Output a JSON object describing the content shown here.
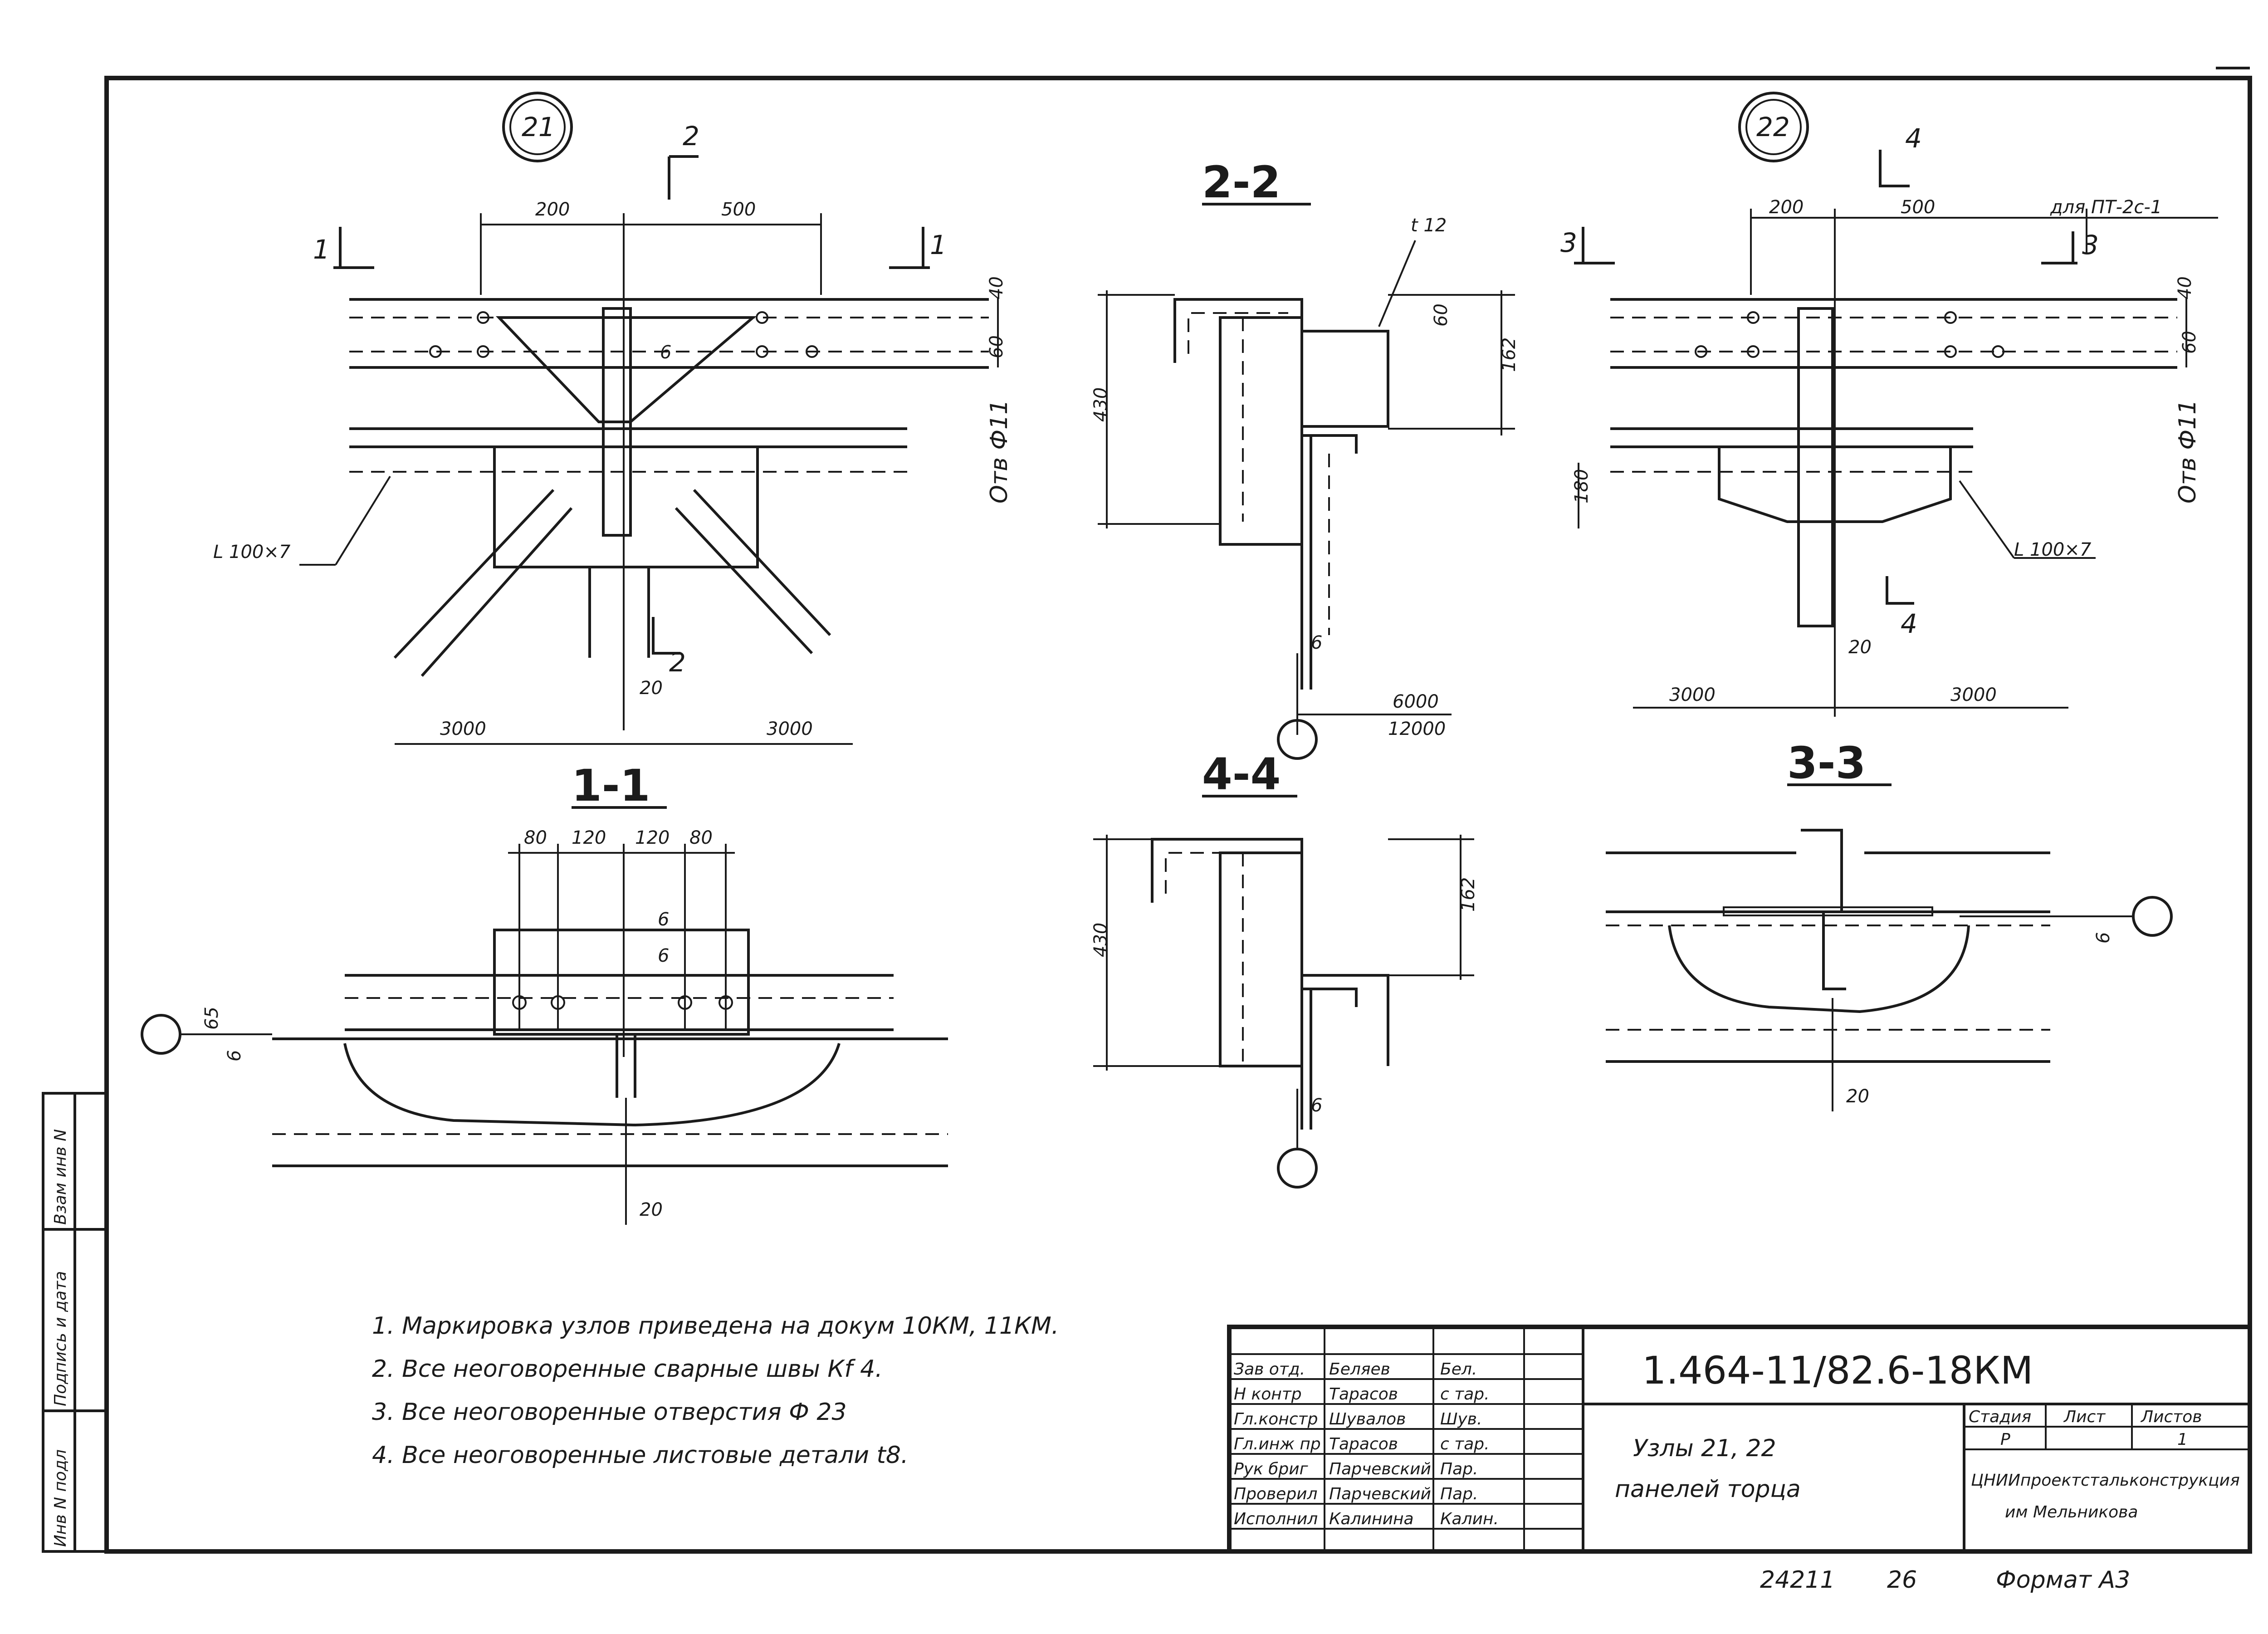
{
  "nodes": {
    "n21": "21",
    "n22": "22"
  },
  "cuts": {
    "c1": "1",
    "c2": "2",
    "c3": "3",
    "c4": "4"
  },
  "section_titles": {
    "s22": "2-2",
    "s11": "1-1",
    "s44": "4-4",
    "s33": "3-3"
  },
  "dims": {
    "d200": "200",
    "d500": "500",
    "d40": "40",
    "d60": "60",
    "d6": "6",
    "d3000": "3000",
    "d20": "20",
    "d180": "180",
    "d430": "430",
    "d162": "162",
    "d6000": "6000",
    "d12000": "12000",
    "d80": "80",
    "d120": "120",
    "d65": "65",
    "t12": "t 12"
  },
  "labels": {
    "angle_left": "L 100×7",
    "angle_right": "L 100×7",
    "hole": "Отв Ф11",
    "for_pt": "для ПТ-2с-1"
  },
  "notes": [
    "1.  Маркировка  узлов  приведена  на  докум  10КМ,  11КМ.",
    "2.  Все  неоговоренные  сварные  швы  Кf 4.",
    "3.  Все  неоговоренные  отверстия  Ф 23",
    "4.  Все  неоговоренные  листовые  детали  t8."
  ],
  "side_stamp": {
    "inv_podl": "Инв N подл",
    "podpis": "Подпись и дата",
    "vzam": "Взам инв N"
  },
  "title_block": {
    "doc_code": "1.464-11/82.6-18КМ",
    "title_line1": "Узлы  21, 22",
    "title_line2": "панелей  торца",
    "stage_label": "Стадия",
    "sheet_label": "Лист",
    "sheets_label": "Листов",
    "stage_value": "Р",
    "sheets_value": "1",
    "org_line1": "ЦНИИпроектстальконструкция",
    "org_line2": "им  Мельникова",
    "roles": [
      {
        "role": "Зав отд.",
        "name": "Беляев",
        "sign": "Бел."
      },
      {
        "role": "Н контр",
        "name": "Тарасов",
        "sign": "с тар."
      },
      {
        "role": "Гл.констр",
        "name": "Шувалов",
        "sign": "Шув."
      },
      {
        "role": "Гл.инж пр",
        "name": "Тарасов",
        "sign": "с тар."
      },
      {
        "role": "Рук бриг",
        "name": "Парчевский",
        "sign": "Пар."
      },
      {
        "role": "Проверил",
        "name": "Парчевский",
        "sign": "Пар."
      },
      {
        "role": "Исполнил",
        "name": "Калинина",
        "sign": "Калин."
      }
    ]
  },
  "footer": {
    "archive": "24211",
    "page": "26",
    "format": "Формат А3"
  }
}
